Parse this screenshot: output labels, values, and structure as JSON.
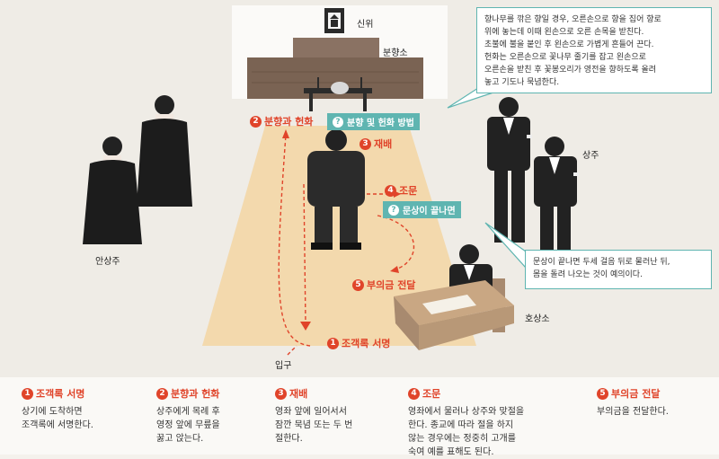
{
  "labels": {
    "sinwi": "신위",
    "bunhyangso": "분향소",
    "sangju": "상주",
    "ansangju": "안상주",
    "hosangso": "호상소",
    "entrance": "입구"
  },
  "steps": [
    {
      "num": "1",
      "label": "조객록 서명"
    },
    {
      "num": "2",
      "label": "분향과 헌화"
    },
    {
      "num": "3",
      "label": "재배"
    },
    {
      "num": "4",
      "label": "조문"
    },
    {
      "num": "5",
      "label": "부의금 전달"
    }
  ],
  "tips": [
    {
      "icon": "?",
      "label": "분향 및 헌화 방법"
    },
    {
      "icon": "?",
      "label": "문상이 끝나면"
    }
  ],
  "callouts": [
    {
      "lines": [
        "향나무를 깎은 향일 경우, 오른손으로 향을 집어 향로",
        "위에 놓는데 이때 왼손으로 오른 손목을 받친다.",
        "초불에 불을 붙인 후 왼손으로 가볍게 흔들어 끈다.",
        "헌화는 오른손으로 꽃나무 줄기를 잡고 왼손으로",
        "오른손을 받친 후 꽃봉오리가 영전을 향하도록 올려",
        "놓고 기도나 묵념한다."
      ]
    },
    {
      "lines": [
        "문상이 끝나면 두세 걸음 뒤로 물러난 뒤,",
        "몸을 돌려 나오는 것이 예의이다."
      ]
    }
  ],
  "legend": [
    {
      "num": "1",
      "title": "조객록 서명",
      "lines": [
        "상기에 도착하면",
        "조객록에 서명한다."
      ]
    },
    {
      "num": "2",
      "title": "분향과 헌화",
      "lines": [
        "상주에게 목례 후",
        "영정 앞에 무릎을",
        "꿇고 앉는다."
      ]
    },
    {
      "num": "3",
      "title": "재배",
      "lines": [
        "영좌 앞에 일어서서",
        "잠깐 묵념 또는 두 번",
        "절한다."
      ]
    },
    {
      "num": "4",
      "title": "조문",
      "lines": [
        "영좌에서 물러나 상주와 맞절을",
        "한다. 종교에 따라 절을 하지",
        "않는 경우에는 정중히 고개를",
        "숙여 예를 표해도 된다."
      ]
    },
    {
      "num": "5",
      "title": "부의금 전달",
      "lines": [
        "부의금을 전달한다."
      ]
    }
  ],
  "colors": {
    "accent": "#e0442a",
    "teal": "#5fb5b1",
    "floor": "#f3d9ad",
    "wood": "#7a6353"
  }
}
